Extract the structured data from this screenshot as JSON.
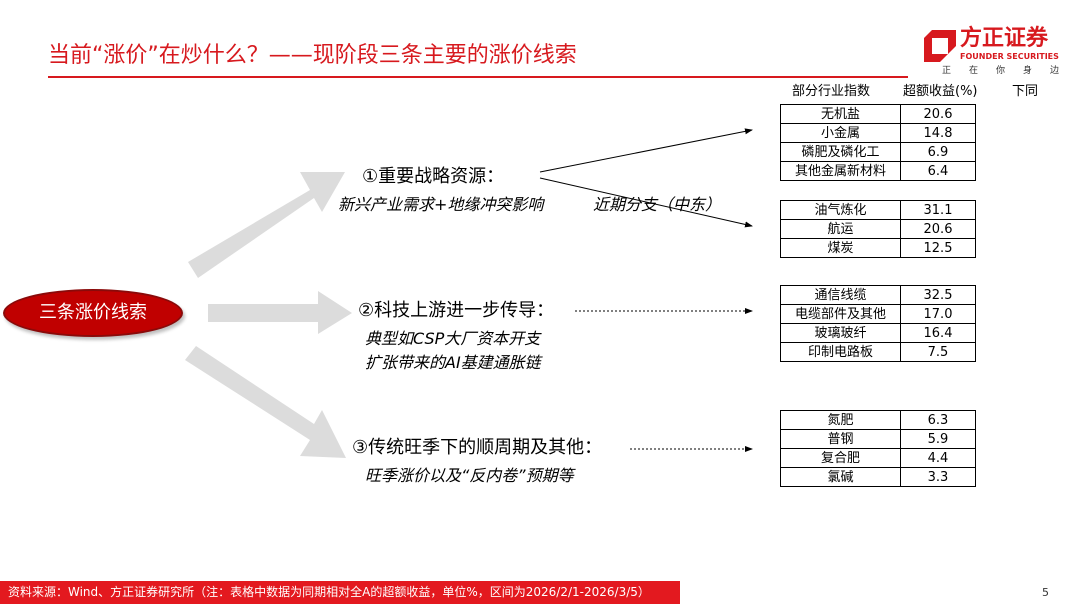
{
  "header": {
    "title": "当前“涨价”在炒什么？——现阶段三条主要的涨价线索"
  },
  "logo": {
    "cn": "方正证券",
    "en": "FOUNDER SECURITIES",
    "slogan": "正在你身边"
  },
  "center": {
    "label": "三条涨价线索"
  },
  "columns": {
    "index": "部分行业指数",
    "excess": "超额收益(%)",
    "same": "下同"
  },
  "lines": [
    {
      "heading": "①重要战略资源：",
      "sub": "新兴产业需求+地缘冲突影响",
      "note": "近期分支（中东）"
    },
    {
      "heading": "②科技上游进一步传导：",
      "sub": "典型如CSP大厂资本开支",
      "sub2": "扩张带来的AI基建通胀链"
    },
    {
      "heading": "③传统旺季下的顺周期及其他：",
      "sub": "旺季涨价以及“反内卷”预期等"
    }
  ],
  "tables": [
    {
      "rows": [
        {
          "name": "无机盐",
          "value": "20.6"
        },
        {
          "name": "小金属",
          "value": "14.8"
        },
        {
          "name": "磷肥及磷化工",
          "value": "6.9"
        },
        {
          "name": "其他金属新材料",
          "value": "6.4"
        }
      ]
    },
    {
      "rows": [
        {
          "name": "油气炼化",
          "value": "31.1"
        },
        {
          "name": "航运",
          "value": "20.6"
        },
        {
          "name": "煤炭",
          "value": "12.5"
        }
      ]
    },
    {
      "rows": [
        {
          "name": "通信线缆",
          "value": "32.5"
        },
        {
          "name": "电缆部件及其他",
          "value": "17.0"
        },
        {
          "name": "玻璃玻纤",
          "value": "16.4"
        },
        {
          "name": "印制电路板",
          "value": "7.5"
        }
      ]
    },
    {
      "rows": [
        {
          "name": "氮肥",
          "value": "6.3"
        },
        {
          "name": "普钢",
          "value": "5.9"
        },
        {
          "name": "复合肥",
          "value": "4.4"
        },
        {
          "name": "氯碱",
          "value": "3.3"
        }
      ]
    }
  ],
  "footer": {
    "source": "资料来源：Wind、方正证券研究所（注：表格中数据为同期相对全A的超额收益，单位%，区间为2026/2/1-2026/3/5）",
    "page": "5"
  },
  "colors": {
    "accent": "#d7191e",
    "ellipse": "#c00000",
    "arrow": "#dcdcdc"
  }
}
